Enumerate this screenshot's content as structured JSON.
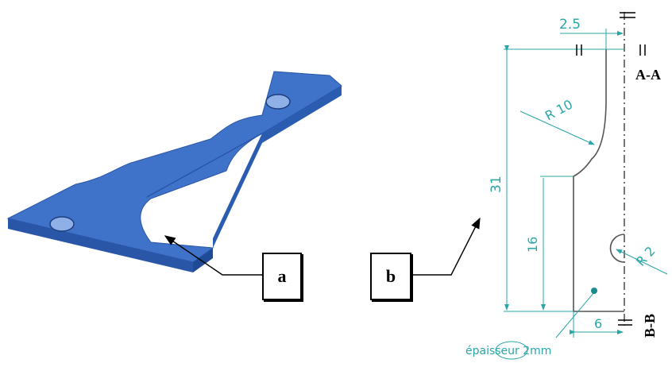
{
  "labels": {
    "a": "a",
    "b": "b"
  },
  "drawing": {
    "dim_top": "2.5",
    "dim_height": "31",
    "dim_radius_large": "R 10",
    "dim_inner_height": "16",
    "dim_radius_small": "R 2",
    "dim_bottom_width": "6",
    "thickness_note": "épaisseur 2mm",
    "section_top": "A-A",
    "section_bottom": "B-B"
  },
  "colors": {
    "part_blue": "#3f72c9",
    "dimension_teal": "#2aa6a8",
    "outline": "#555555"
  }
}
